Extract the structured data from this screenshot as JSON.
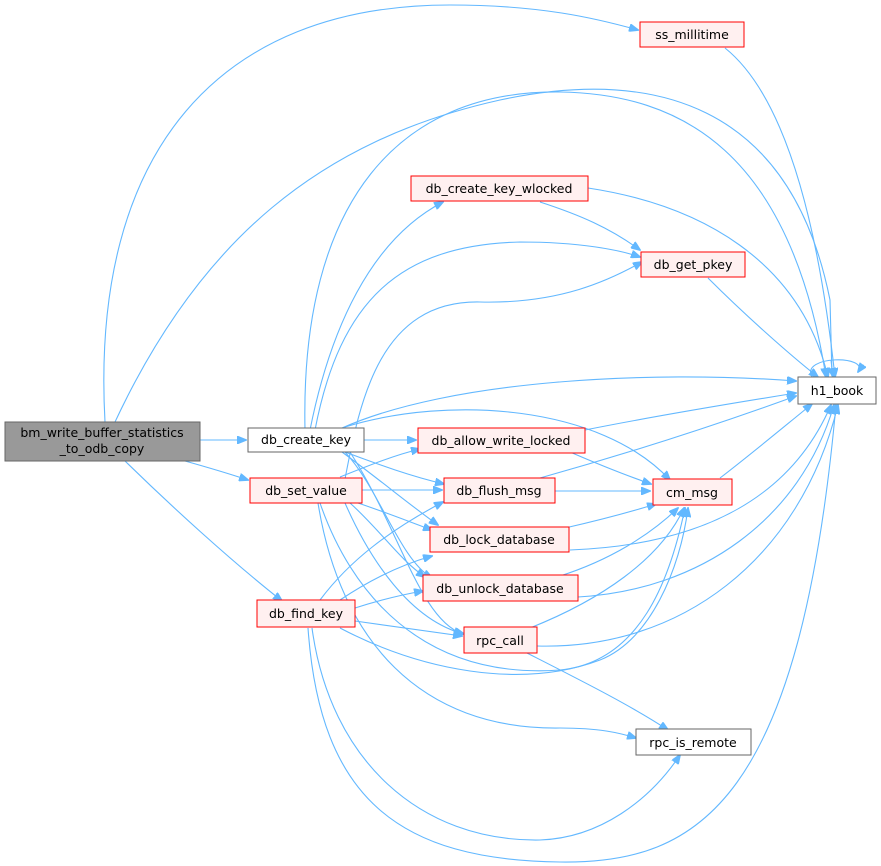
{
  "diagram": {
    "nodes": {
      "root": {
        "lines": [
          "bm_write_buffer_statistics",
          "_to_odb_copy"
        ]
      },
      "ss_millitime": {
        "label": "ss_millitime"
      },
      "db_create_key_wlocked": {
        "label": "db_create_key_wlocked"
      },
      "db_get_pkey": {
        "label": "db_get_pkey"
      },
      "h1_book": {
        "label": "h1_book"
      },
      "db_create_key": {
        "label": "db_create_key"
      },
      "db_allow_write_locked": {
        "label": "db_allow_write_locked"
      },
      "db_set_value": {
        "label": "db_set_value"
      },
      "db_flush_msg": {
        "label": "db_flush_msg"
      },
      "cm_msg": {
        "label": "cm_msg"
      },
      "db_lock_database": {
        "label": "db_lock_database"
      },
      "db_unlock_database": {
        "label": "db_unlock_database"
      },
      "db_find_key": {
        "label": "db_find_key"
      },
      "rpc_call": {
        "label": "rpc_call"
      },
      "rpc_is_remote": {
        "label": "rpc_is_remote"
      }
    },
    "colors": {
      "edge": "#63b8ff",
      "root_fill": "#999999",
      "root_border": "#666666",
      "red_border": "#ff0000",
      "red_fill": "#fff0f0",
      "plain_border": "#666666",
      "plain_fill": "#ffffff"
    }
  }
}
